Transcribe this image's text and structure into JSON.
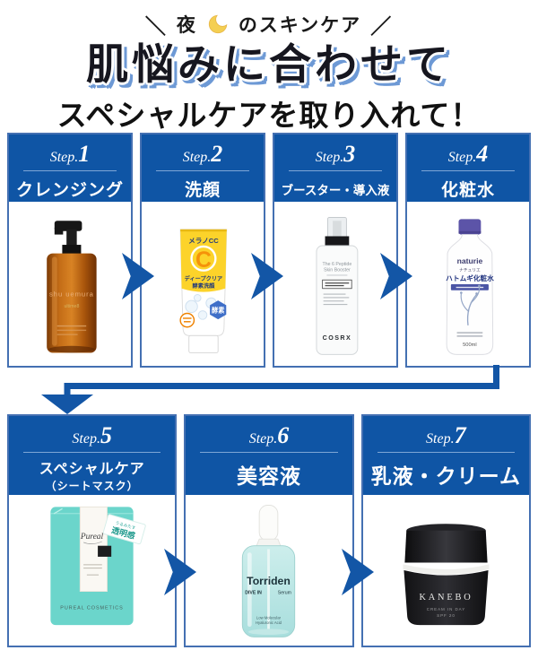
{
  "colors": {
    "primary_blue": "#0f55a5",
    "arrow_blue": "#1356a6",
    "title_shadow_blue": "#6d99d5",
    "card_border_blue": "#4470b2",
    "moon_yellow": "#f4cf52"
  },
  "header": {
    "tagline_open": "＼",
    "tagline_pre_moon": "夜",
    "tagline_post_moon": "のスキンケア",
    "tagline_close": "／",
    "title": "肌悩みに合わせて",
    "subtitle": "スペシャルケアを取り入れて！"
  },
  "steps": [
    {
      "label": "Step.",
      "number": "1",
      "name": "クレンジング",
      "product": {
        "brand": "shu uemura",
        "line": "ultime8"
      }
    },
    {
      "label": "Step.",
      "number": "2",
      "name": "洗顔",
      "product": {
        "brand": "メラノCC",
        "emblem": "C",
        "line1": "ディープクリア",
        "line2": "酵素洗顔",
        "badge": "酵素"
      }
    },
    {
      "label": "Step.",
      "number": "3",
      "name": "ブースター・導入液",
      "product": {
        "line1": "The 6 Peptide",
        "line2": "Skin Booster",
        "brand": "COSRX"
      }
    },
    {
      "label": "Step.",
      "number": "4",
      "name": "化粧水",
      "product": {
        "brand": "naturie",
        "kana": "ナチュリエ",
        "name": "ハトムギ化粧水",
        "volume": "500ml"
      }
    },
    {
      "label": "Step.",
      "number": "5",
      "name": "スペシャルケア",
      "name_sub": "（シートマスク）",
      "product": {
        "script": "Pureal",
        "ribbon_top": "うるみたす",
        "ribbon_main": "透明感",
        "footer": "PUREAL COSMETICS"
      }
    },
    {
      "label": "Step.",
      "number": "6",
      "name": "美容液",
      "product": {
        "brand": "Torriden",
        "sub_left": "DIVE IN",
        "sub_right": "Serum",
        "small1": "Low Molecular",
        "small2": "Hyaluronic Acid"
      }
    },
    {
      "label": "Step.",
      "number": "7",
      "name": "乳液・クリーム",
      "product": {
        "brand": "KANEBO",
        "line1": "CREAM IN DAY",
        "line2": "SPF 20"
      }
    }
  ]
}
